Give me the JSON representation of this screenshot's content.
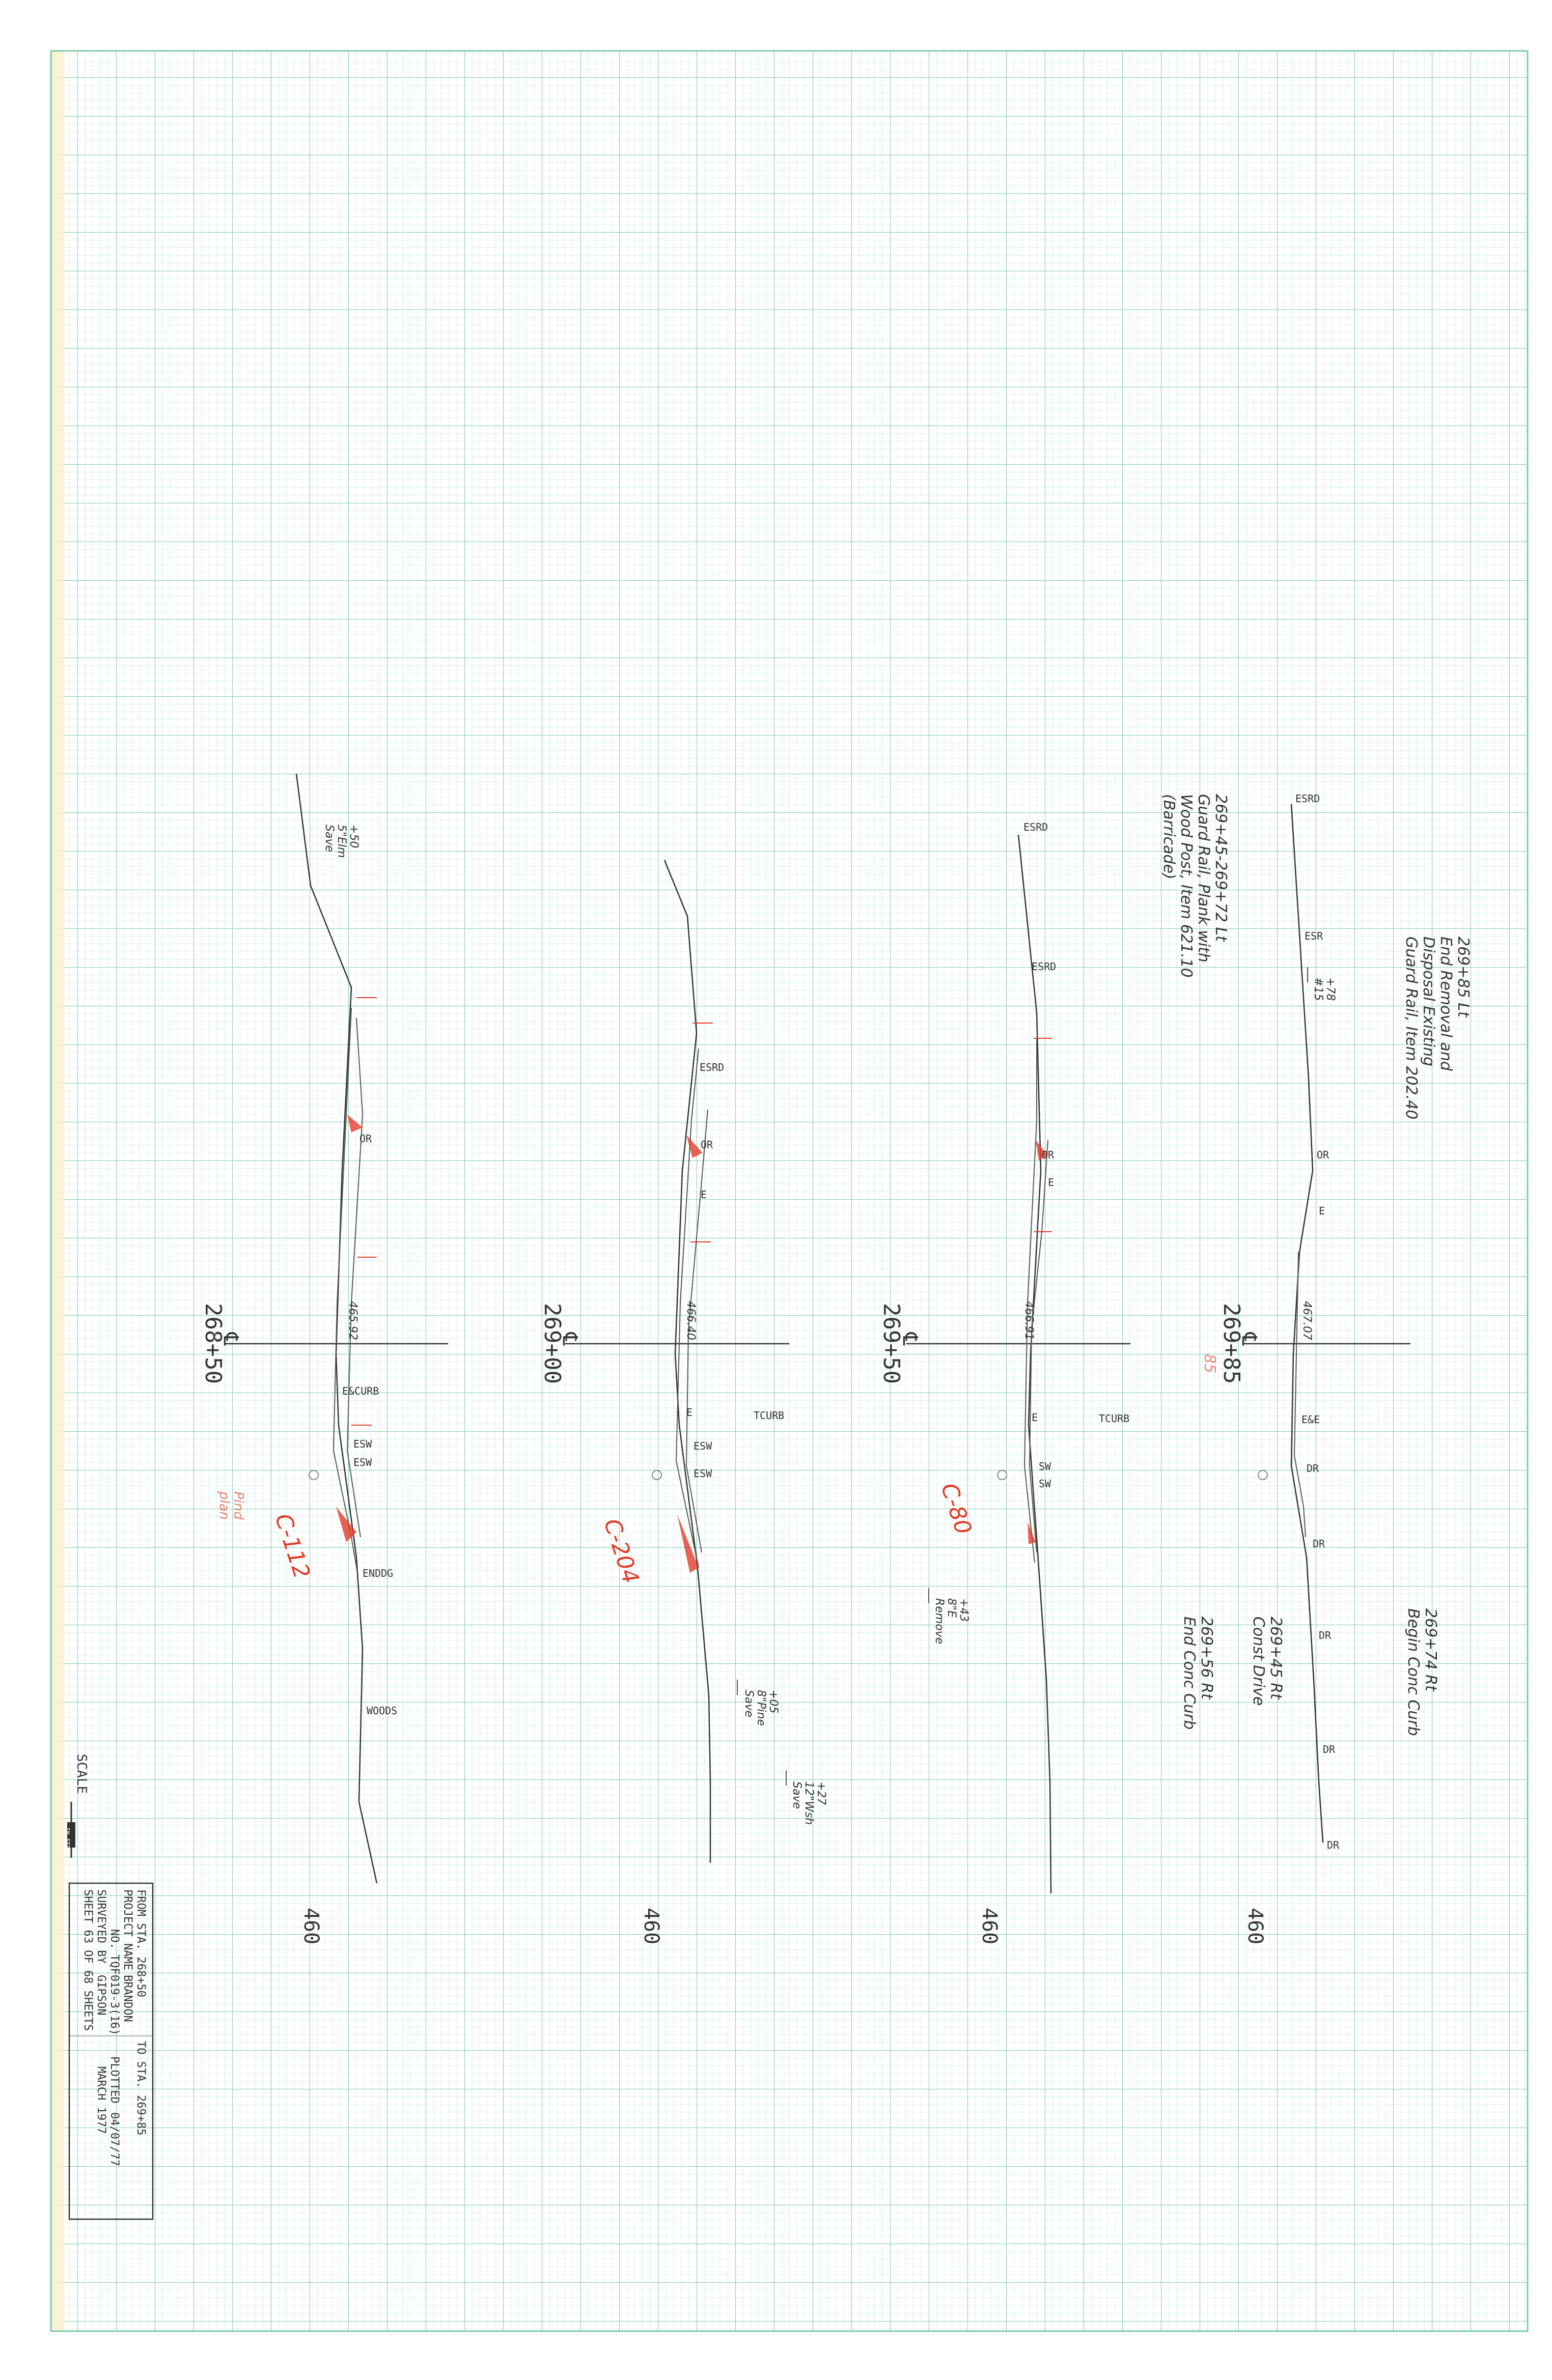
{
  "sheet": {
    "colors": {
      "paper": "#ffffff",
      "grid_minor": "#b9e3d2",
      "grid_major": "#7fcaa8",
      "ink": "#333333",
      "red_pencil": "#e23c2a",
      "margin_strip": "#f7f3cf"
    },
    "scale_label": "SCALE",
    "scale_unit": "IN FEET"
  },
  "title_block": {
    "from_label": "FROM STA. 268+50",
    "to_label": "TO STA. 269+85",
    "project_name_label": "PROJECT NAME",
    "project_name": "BRANDON",
    "project_no_label": "NO.",
    "project_no": "TQF019-3(16)",
    "plotted_label": "PLOTTED",
    "plotted_date": "04/07/77",
    "surveyed_by_label": "SURVEYED BY",
    "surveyed_by": "GIPSON",
    "survey_date": "MARCH 1977",
    "sheet_label": "SHEET 63 OF 68 SHEETS"
  },
  "sections": [
    {
      "station": "268+50",
      "elev_label": "460",
      "cl_elev": "465.92",
      "points": [
        "OR",
        "E&CURB",
        "ESW",
        "ESW",
        "ENDDG",
        "WOODS"
      ],
      "notes": [
        "+50",
        "5\"Elm",
        "Save"
      ],
      "red_notes": [
        "C-112",
        "Pind",
        "plan"
      ]
    },
    {
      "station": "269+00",
      "elev_label": "460",
      "cl_elev": "466.40",
      "points": [
        "ESRD",
        "OR",
        "E",
        "E",
        "ESW",
        "ESW",
        "TCURB"
      ],
      "notes": [
        "+05",
        "8\"Pine",
        "Save",
        "+27",
        "12\"Wsh",
        "Save"
      ],
      "red_notes": [
        "C-204"
      ]
    },
    {
      "station": "269+50",
      "elev_label": "460",
      "cl_elev": "466.91",
      "points": [
        "ESRD",
        "ESRD",
        "OR",
        "E",
        "E",
        "SW",
        "SW",
        "TCURB"
      ],
      "notes": [
        "+43",
        "8\"E",
        "Remove"
      ],
      "red_notes": [
        "C-80"
      ]
    },
    {
      "station": "269+85",
      "elev_label": "460",
      "cl_elev": "467.07",
      "points": [
        "ESRD",
        "ESR",
        "OR",
        "E",
        "E&E",
        "DR",
        "DR",
        "DR",
        "DR",
        "DR"
      ],
      "notes": [
        "+78",
        "#15"
      ],
      "red_notes": [
        "85"
      ]
    }
  ],
  "annotations": {
    "a1": "269+85 Lt",
    "a2": "End Removal and",
    "a3": "Disposal Existing",
    "a4": "Guard Rail, Item 202.40",
    "b1": "269+45-269+72 Lt",
    "b2": "Guard Rail, Plank with",
    "b3": "Wood Post, Item 621.10",
    "b4": "(Barricade)",
    "c1": "269+74 Rt",
    "c2": "Begin Conc Curb",
    "d1": "269+45 Rt",
    "d2": "Const Drive",
    "e1": "269+56 Rt",
    "e2": "End Conc Curb"
  }
}
